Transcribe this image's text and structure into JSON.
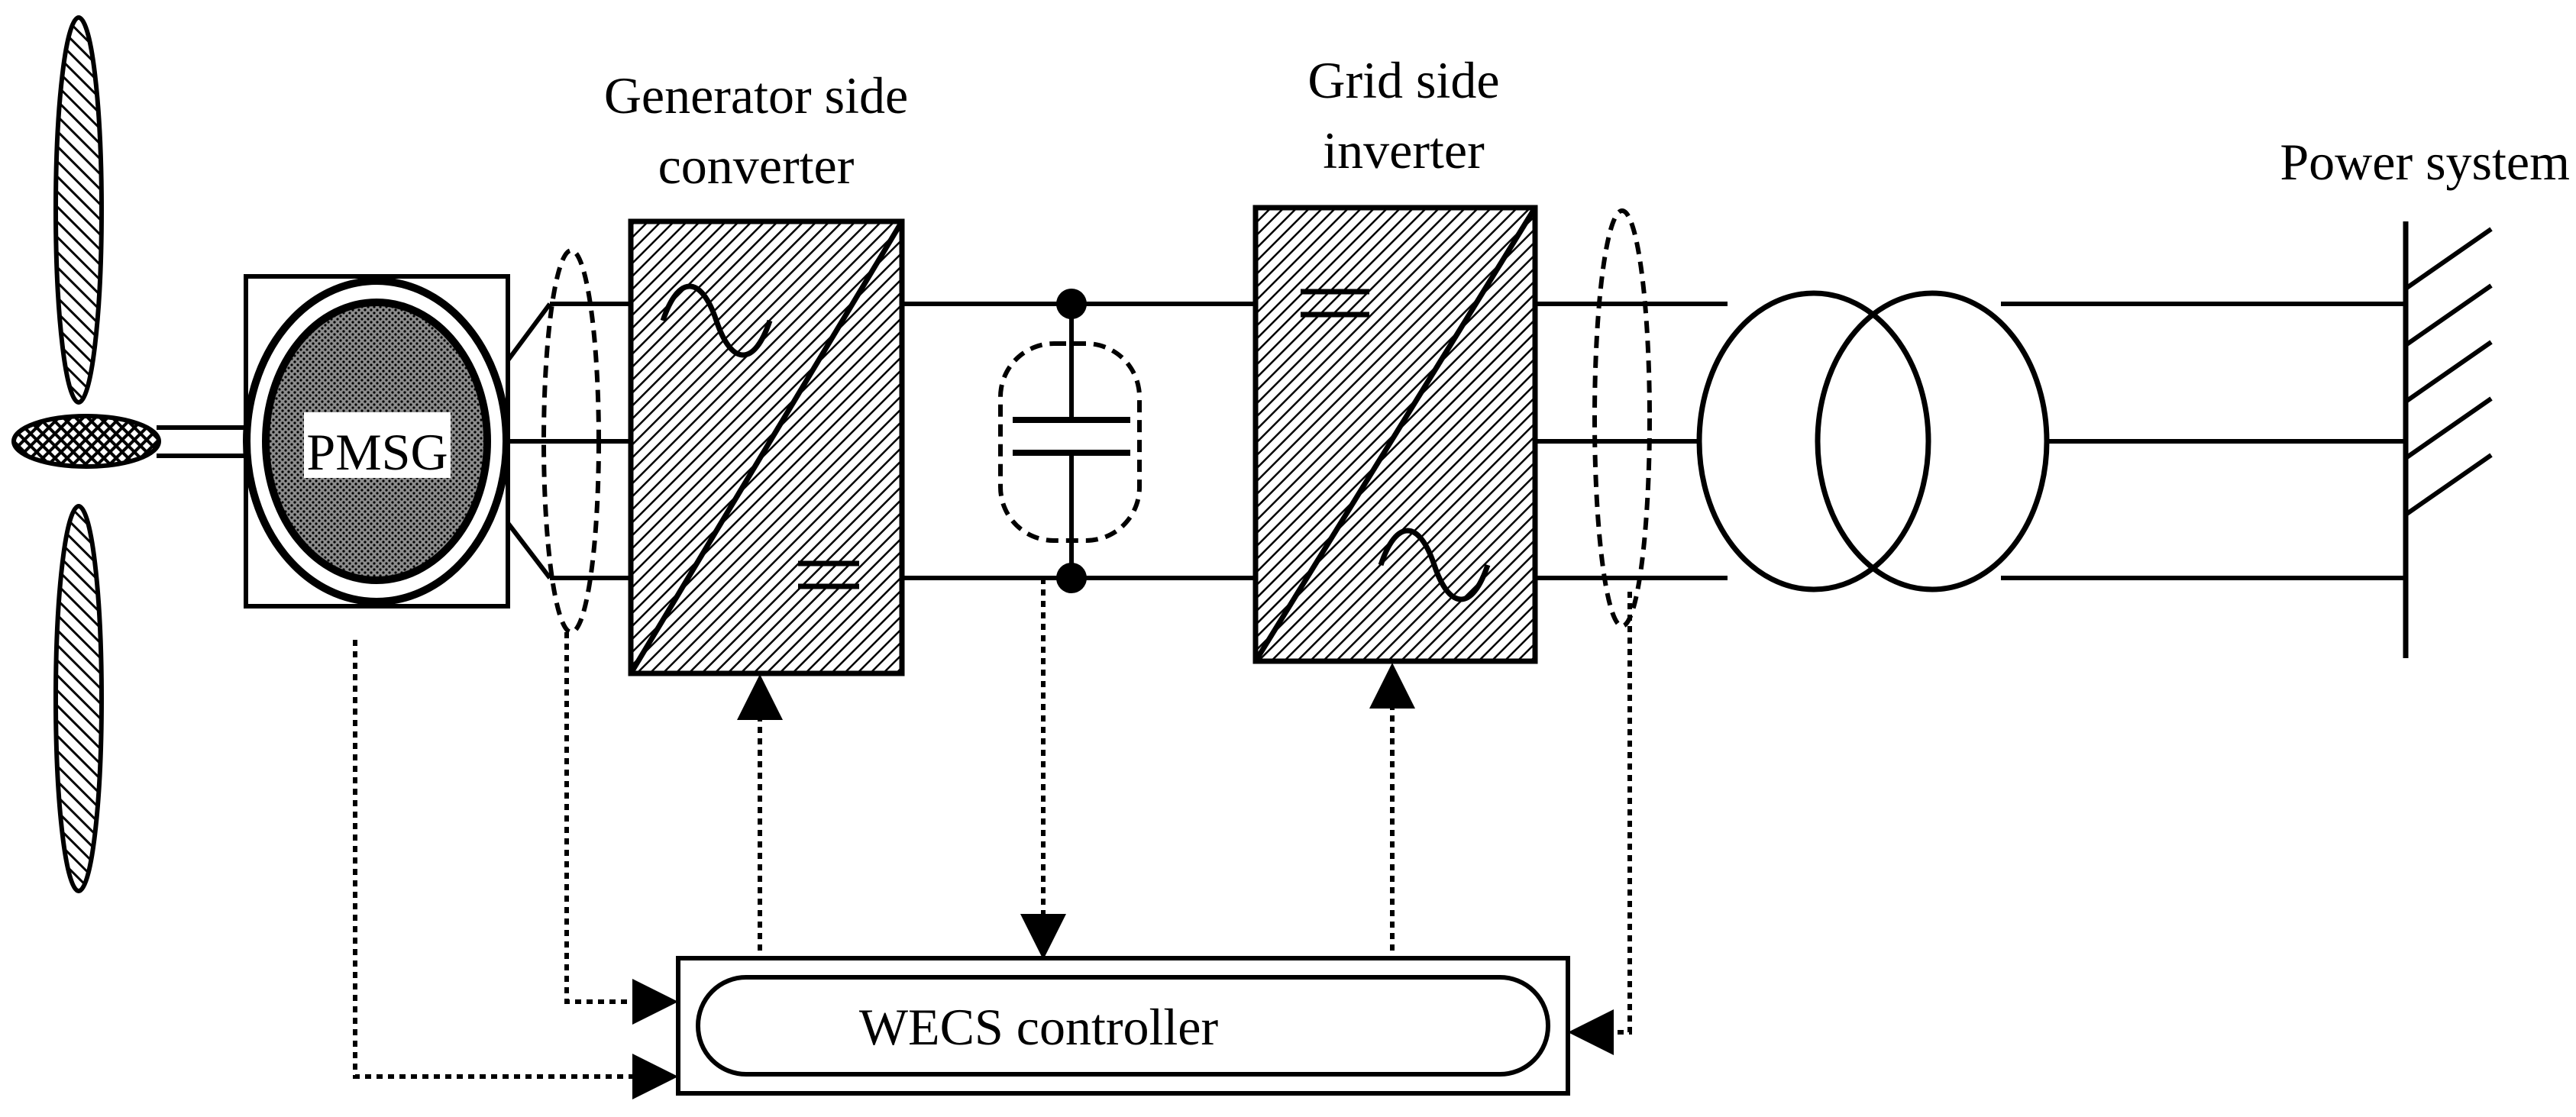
{
  "labels": {
    "generator_side_line1": "Generator side",
    "generator_side_line2": "converter",
    "grid_side_line1": "Grid side",
    "grid_side_line2": "inverter",
    "power_system": "Power system",
    "pmsg": "PMSG",
    "controller": "WECS controller"
  },
  "colors": {
    "ink": "#000000",
    "background": "#ffffff",
    "hatch_fill": "#d9d9d9",
    "pmsg_core": "#7a7a7a"
  },
  "icons": [
    "wind-turbine-blades-icon",
    "ac-sine-symbol-icon",
    "dc-equal-symbol-icon",
    "capacitor-icon",
    "transformer-icon",
    "grid-ground-icon"
  ]
}
